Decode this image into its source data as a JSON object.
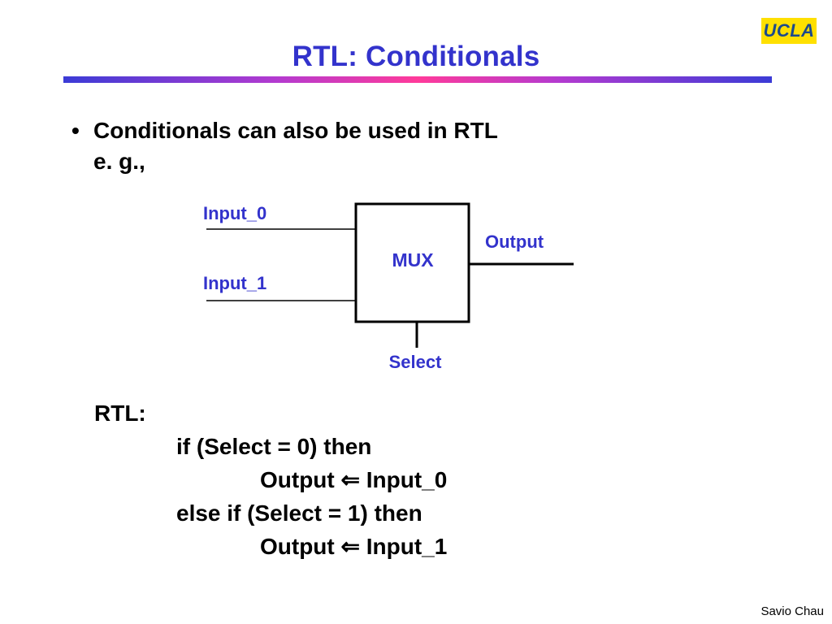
{
  "slide": {
    "title": "RTL: Conditionals",
    "logo_text": "UCLA",
    "bullet_char": "•",
    "bullet_line1": "Conditionals can also be used in RTL",
    "bullet_line2": "e. g.,",
    "footer": "Savio Chau"
  },
  "diagram": {
    "input0": "Input_0",
    "input1": "Input_1",
    "box": "MUX",
    "output": "Output",
    "select": "Select",
    "label_color": "#3333cc"
  },
  "rtl": {
    "header": "RTL:",
    "line1": "if (Select = 0) then",
    "line2": "Output ⇐ Input_0",
    "line3": "else if (Select = 1) then",
    "line4": "Output ⇐ Input_1"
  },
  "colors": {
    "title": "#3333cc",
    "logo_bg": "#ffe000",
    "logo_text": "#1c4a8c"
  }
}
